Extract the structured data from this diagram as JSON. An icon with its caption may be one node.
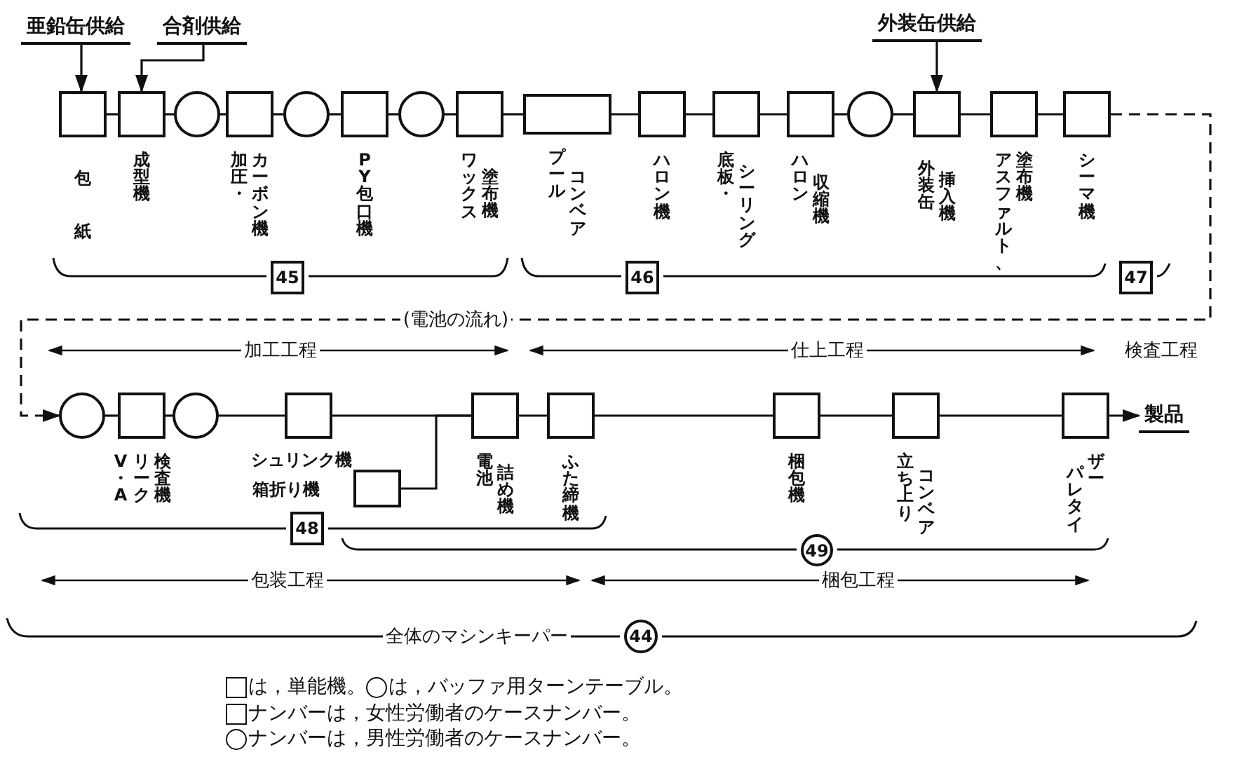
{
  "diagram": {
    "nodes": [
      {
        "text": [
          "亜鉛缶供給"
        ]
      },
      {
        "text": [
          "合剤供給"
        ]
      },
      {
        "text": [
          "外装缶供給"
        ]
      },
      {
        "text": [
          "包紙"
        ]
      },
      {
        "text": [
          "成型機"
        ]
      },
      {
        "text": [],
        "shape": "circle"
      },
      {
        "text": [
          "加圧・",
          "カーボン機"
        ]
      },
      {
        "text": [],
        "shape": "circle"
      },
      {
        "text": [
          "PY包口機"
        ]
      },
      {
        "text": [],
        "shape": "circle"
      },
      {
        "text": [
          "ワックス",
          "塗布機"
        ]
      },
      {
        "text": [
          "プール",
          "コンベア"
        ]
      },
      {
        "text": [
          "ハロン機"
        ]
      },
      {
        "text": [
          "底板・",
          "シーリング"
        ]
      },
      {
        "text": [
          "ハロン",
          "収縮機"
        ]
      },
      {
        "text": [],
        "shape": "circle"
      },
      {
        "text": [
          "外装缶",
          "挿入機"
        ]
      },
      {
        "text": [
          "アスファルト、",
          "塗布機"
        ]
      },
      {
        "text": [
          "シーマ機"
        ]
      },
      {
        "text": [],
        "shape": "circle"
      },
      {
        "text": [
          "V・A",
          "リーク",
          "検査機"
        ]
      },
      {
        "text": [],
        "shape": "circle"
      },
      {
        "text": [
          "シュリンク機"
        ]
      },
      {
        "text": [
          "箱折り機"
        ]
      },
      {
        "text": [
          "電池",
          "詰め機"
        ]
      },
      {
        "text": [
          "ふた締機"
        ]
      },
      {
        "text": [
          "梱包機"
        ]
      },
      {
        "text": [
          "立ち上り",
          "コンベア"
        ]
      },
      {
        "text": [
          "パレタイ",
          "ザー"
        ]
      },
      {
        "text": [
          "製品"
        ]
      },
      {
        "text": [
          "45"
        ]
      },
      {
        "text": [
          "46"
        ]
      },
      {
        "text": [
          "47"
        ]
      },
      {
        "text": [
          "48"
        ]
      },
      {
        "text": [
          "49"
        ]
      },
      {
        "text": [
          "44"
        ]
      }
    ],
    "edges": [
      {
        "from": 0,
        "to": 3,
        "arrow": "to"
      },
      {
        "from": 1,
        "to": 4,
        "arrow": "to"
      },
      {
        "from": 2,
        "to": 16,
        "arrow": "to"
      },
      {
        "from": 3,
        "to": 4,
        "arrow": "none"
      },
      {
        "from": 4,
        "to": 5,
        "arrow": "none"
      },
      {
        "from": 5,
        "to": 6,
        "arrow": "none"
      },
      {
        "from": 6,
        "to": 7,
        "arrow": "none"
      },
      {
        "from": 7,
        "to": 8,
        "arrow": "none"
      },
      {
        "from": 8,
        "to": 9,
        "arrow": "none"
      },
      {
        "from": 9,
        "to": 10,
        "arrow": "none"
      },
      {
        "from": 10,
        "to": 11,
        "arrow": "none"
      },
      {
        "from": 11,
        "to": 12,
        "arrow": "none"
      },
      {
        "from": 12,
        "to": 13,
        "arrow": "none"
      },
      {
        "from": 13,
        "to": 14,
        "arrow": "none"
      },
      {
        "from": 14,
        "to": 15,
        "arrow": "none"
      },
      {
        "from": 15,
        "to": 16,
        "arrow": "none"
      },
      {
        "from": 16,
        "to": 17,
        "arrow": "none"
      },
      {
        "from": 17,
        "to": 18,
        "arrow": "none"
      },
      {
        "from": 18,
        "to": 19,
        "arrow": "to",
        "style": "dashed",
        "label": "(電池の流れ)"
      },
      {
        "from": 19,
        "to": 20,
        "arrow": "none"
      },
      {
        "from": 20,
        "to": 21,
        "arrow": "none"
      },
      {
        "from": 21,
        "to": 22,
        "arrow": "none"
      },
      {
        "from": 22,
        "to": 24,
        "arrow": "none"
      },
      {
        "from": 23,
        "to": 24,
        "arrow": "none"
      },
      {
        "from": 24,
        "to": 25,
        "arrow": "none"
      },
      {
        "from": 25,
        "to": 26,
        "arrow": "none"
      },
      {
        "from": 26,
        "to": 27,
        "arrow": "none"
      },
      {
        "from": 27,
        "to": 28,
        "arrow": "none"
      },
      {
        "from": 28,
        "to": 29,
        "arrow": "to"
      }
    ],
    "labels": [
      "加工工程",
      "仕上工程",
      "検査工程",
      "包装工程",
      "梱包工程",
      "全体のマシンキーパー"
    ],
    "legend": [
      {
        "text": "は，単能機。"
      },
      {
        "text": "は，バッファ用ターンテーブル。"
      },
      {
        "text": "ナンバーは，女性労働者のケースナンバー。"
      },
      {
        "text": "ナンバーは，男性労働者のケースナンバー。"
      }
    ]
  }
}
